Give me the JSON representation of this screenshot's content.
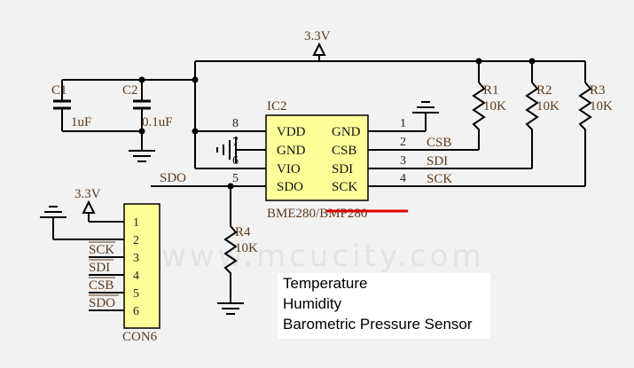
{
  "watermark": "www.mcucity.com",
  "supply": {
    "top": "3.3V",
    "con": "3.3V"
  },
  "capacitors": [
    {
      "ref": "C1",
      "value": "1uF"
    },
    {
      "ref": "C2",
      "value": "0.1uF"
    }
  ],
  "resistors": [
    {
      "ref": "R1",
      "value": "10K"
    },
    {
      "ref": "R2",
      "value": "10K"
    },
    {
      "ref": "R3",
      "value": "10K"
    },
    {
      "ref": "R4",
      "value": "10K"
    }
  ],
  "ic": {
    "ref": "IC2",
    "part_label": "BME280/",
    "part_struck": "BMP280",
    "left_pins": [
      {
        "num": "8",
        "name": "VDD"
      },
      {
        "num": "7",
        "name": "GND"
      },
      {
        "num": "6",
        "name": "VIO"
      },
      {
        "num": "5",
        "name": "SDO"
      }
    ],
    "right_pins": [
      {
        "num": "1",
        "name": "GND",
        "net": ""
      },
      {
        "num": "2",
        "name": "CSB",
        "net": "CSB"
      },
      {
        "num": "3",
        "name": "SDI",
        "net": "SDI"
      },
      {
        "num": "4",
        "name": "SCK",
        "net": "SCK"
      }
    ]
  },
  "sdo_net": "SDO",
  "connector": {
    "ref": "CON6",
    "pins": [
      "1",
      "2",
      "3",
      "4",
      "5",
      "6"
    ],
    "nets": [
      "SCK",
      "SDI",
      "CSB",
      "SDO"
    ]
  },
  "description": [
    "Temperature",
    "Humidity",
    "Barometric Pressure Sensor"
  ],
  "colors": {
    "wire": "#000000",
    "ic_fill": "#ffff99",
    "label": "#5a3a1e",
    "strike": "#e00000"
  }
}
